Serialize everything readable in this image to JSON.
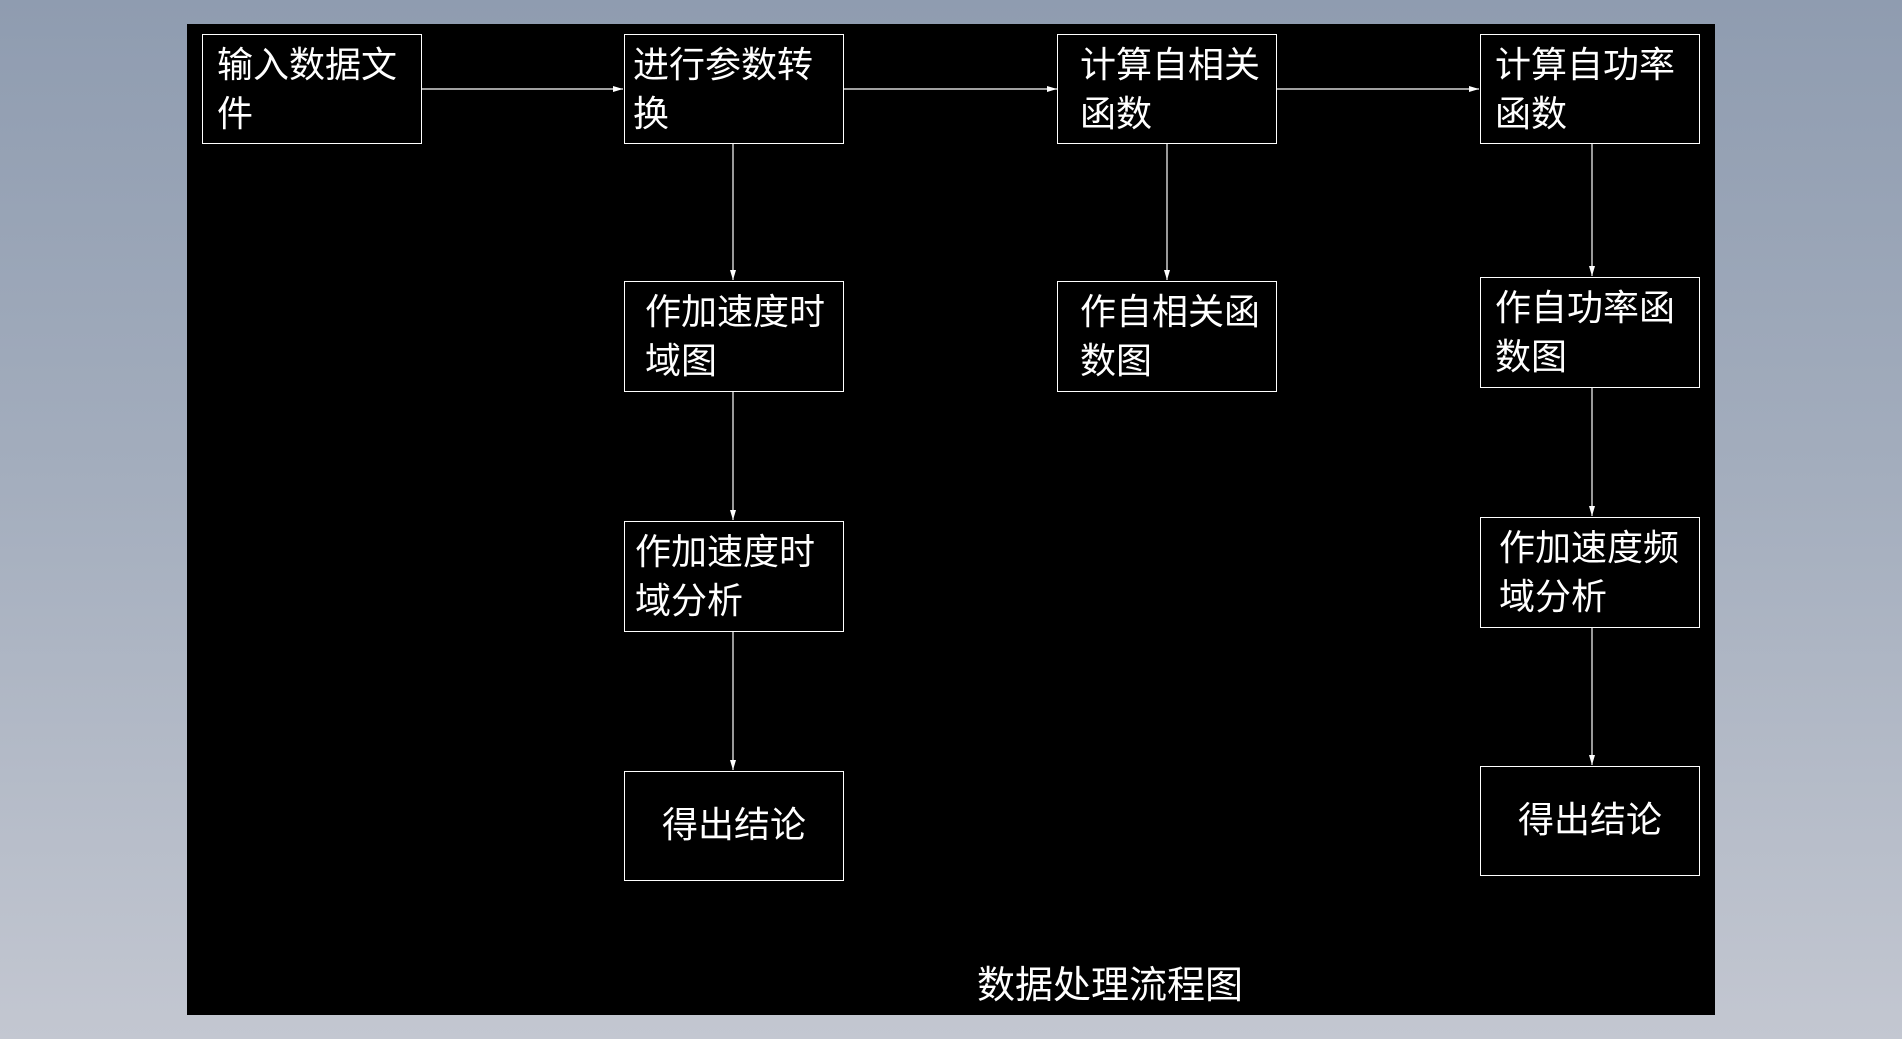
{
  "diagram": {
    "caption": "数据处理流程图",
    "nodes": {
      "input": {
        "line1": "输入数据文",
        "line2": "件"
      },
      "convert": {
        "line1": "进行参数转",
        "line2": "换"
      },
      "autocorr": {
        "line1": "计算自相关",
        "line2": "函数"
      },
      "autopower": {
        "line1": "计算自功率",
        "line2": "函数"
      },
      "accel_time_plot": {
        "line1": "作加速度时",
        "line2": "域图"
      },
      "autocorr_plot": {
        "line1": "作自相关函",
        "line2": "数图"
      },
      "autopower_plot": {
        "line1": "作自功率函",
        "line2": "数图"
      },
      "accel_time_analysis": {
        "line1": "作加速度时",
        "line2": "域分析"
      },
      "accel_freq_analysis": {
        "line1": "作加速度频",
        "line2": "域分析"
      },
      "conclusion_left": {
        "text": "得出结论"
      },
      "conclusion_right": {
        "text": "得出结论"
      }
    },
    "colors": {
      "background": "#000000",
      "line": "#ffffff",
      "text": "#ffffff"
    }
  }
}
